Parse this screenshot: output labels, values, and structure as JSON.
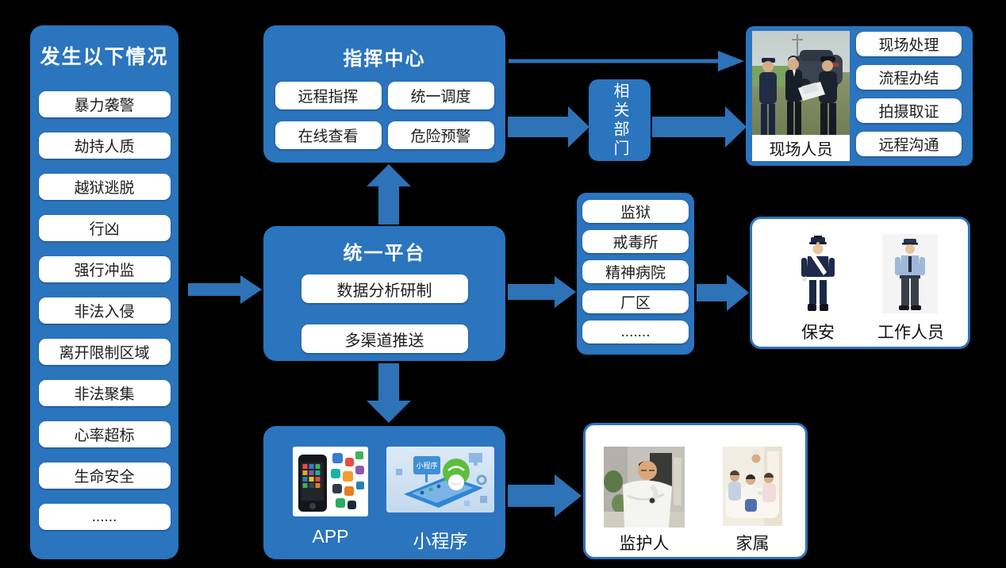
{
  "colors": {
    "box_blue": "#2B74BE",
    "arrow_blue": "#2E72B8"
  },
  "situations": {
    "title": "发生以下情况",
    "items": [
      "暴力袭警",
      "劫持人质",
      "越狱逃脱",
      "行凶",
      "强行冲监",
      "非法入侵",
      "离开限制区域",
      "非法聚集",
      "心率超标",
      "生命安全",
      "......"
    ]
  },
  "command_center": {
    "title": "指挥中心",
    "features": [
      "远程指挥",
      "统一调度",
      "在线查看",
      "危险预警"
    ]
  },
  "platform": {
    "title": "统一平台",
    "features": [
      "数据分析研制",
      "多渠道推送"
    ]
  },
  "related_department": {
    "label": "相关部门"
  },
  "field_team": {
    "photo_caption": "现场人员",
    "actions": [
      "现场处理",
      "流程办结",
      "拍摄取证",
      "远程沟通"
    ]
  },
  "sites": {
    "items": [
      "监狱",
      "戒毒所",
      "精神病院",
      "厂区",
      "......."
    ]
  },
  "staff": {
    "labels": [
      "保安",
      "工作人员"
    ]
  },
  "channels": {
    "labels": [
      "APP",
      "小程序"
    ],
    "mini_program_badge": "小程序"
  },
  "guardians": {
    "labels": [
      "监护人",
      "家属"
    ]
  }
}
